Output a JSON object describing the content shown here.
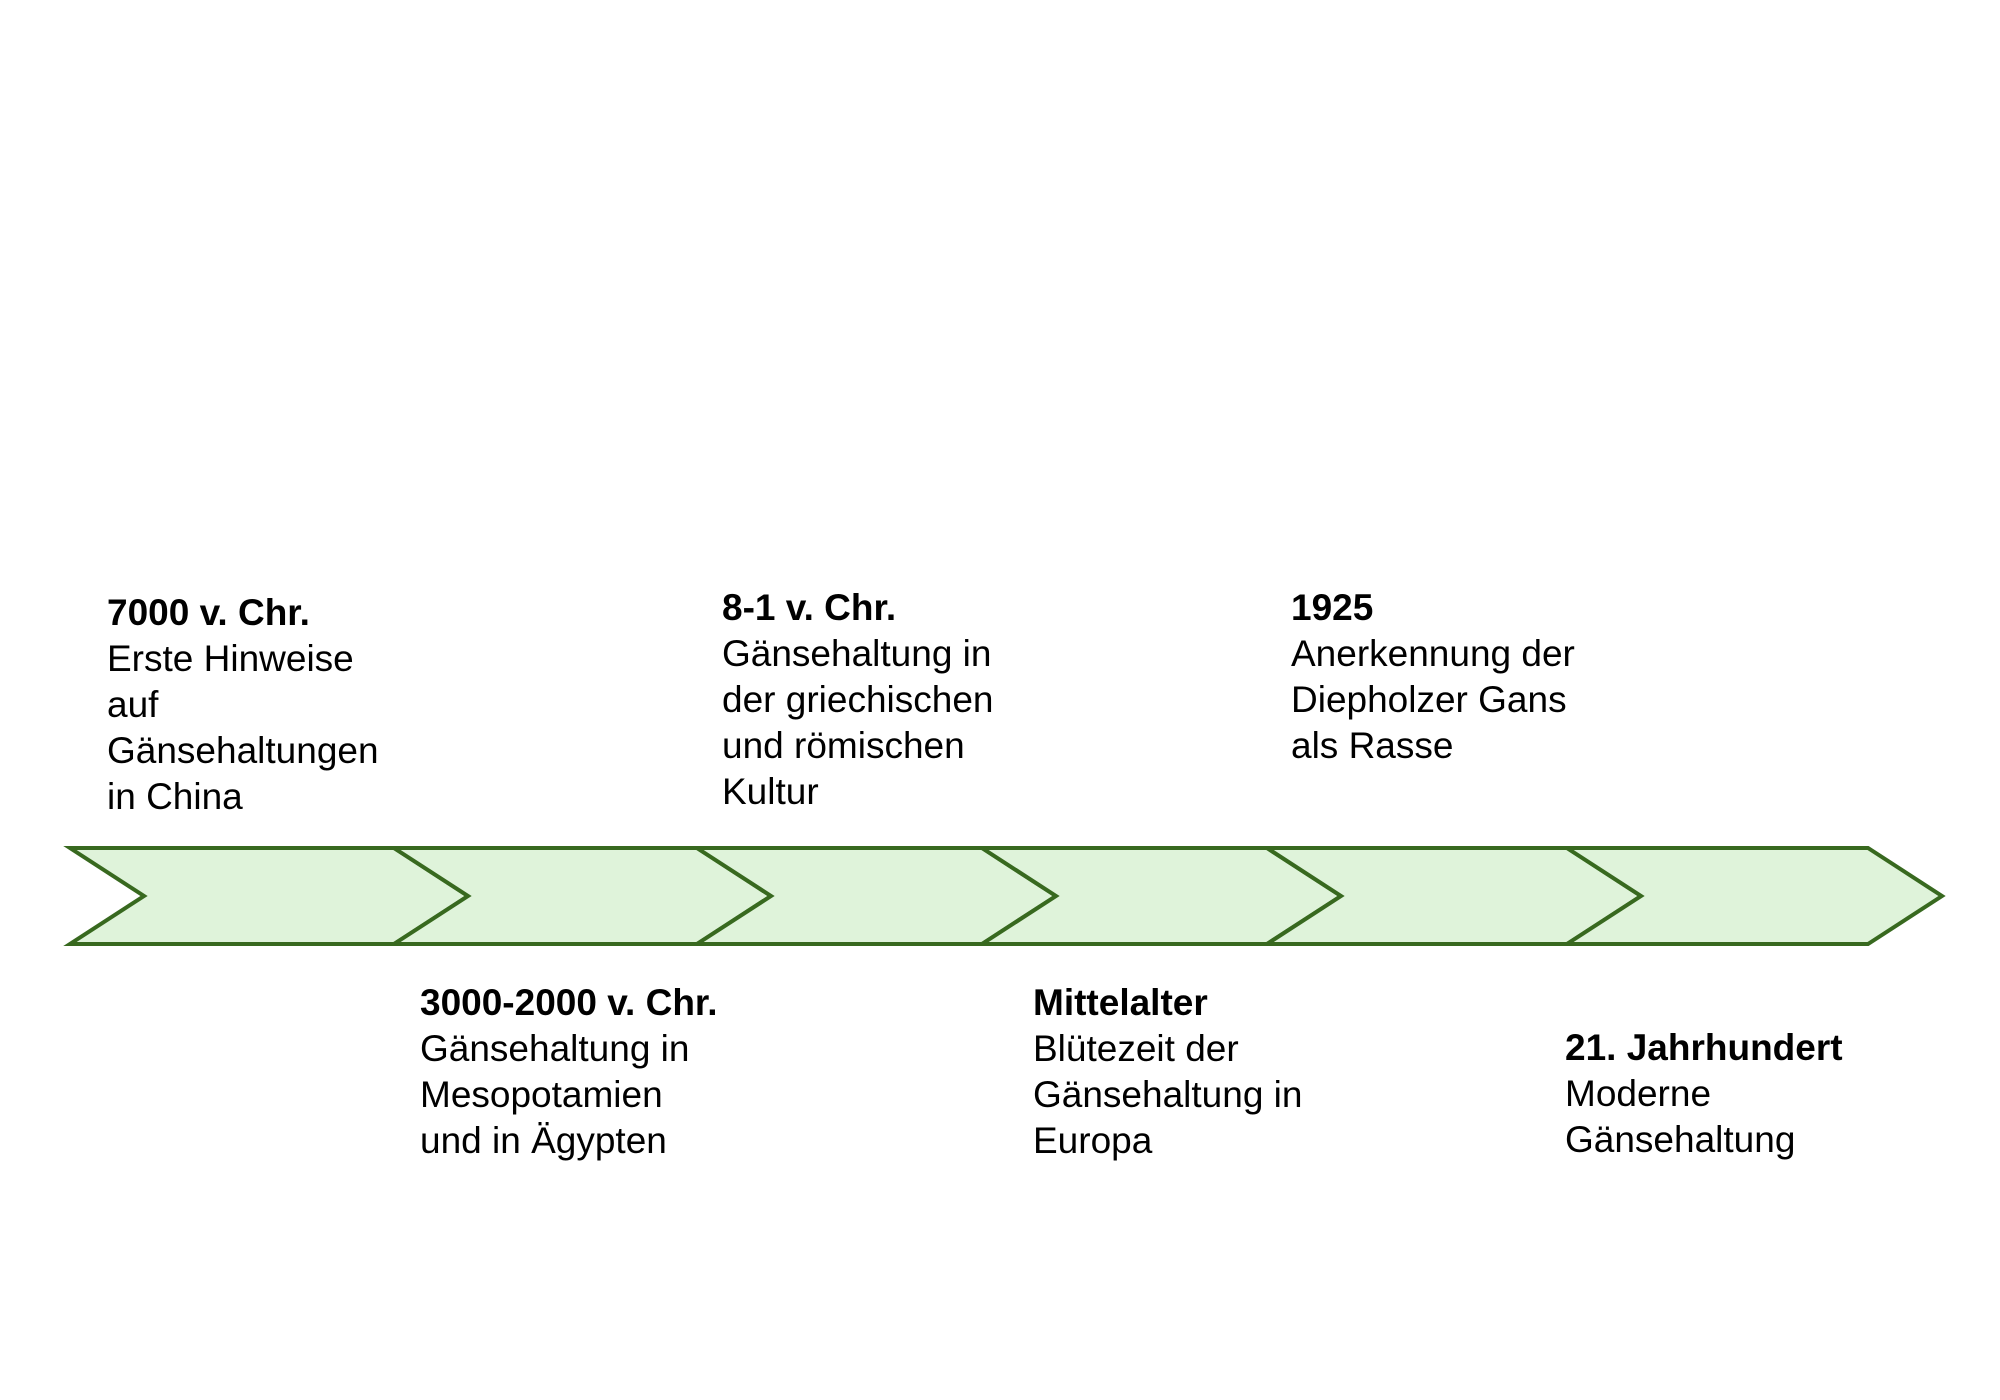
{
  "colors": {
    "chevron_fill": "#dff3da",
    "chevron_stroke": "#38691f"
  },
  "timeline": {
    "segment_count": 6,
    "events": [
      {
        "title": "7000 v. Chr.",
        "desc": "Erste Hinweise\nauf\nGänsehaltungen\nin China"
      },
      {
        "title": "3000-2000 v. Chr.",
        "desc": "Gänsehaltung in\nMesopotamien\nund in Ägypten"
      },
      {
        "title": "8-1 v. Chr.",
        "desc": "Gänsehaltung in\nder griechischen\nund römischen\nKultur"
      },
      {
        "title": "Mittelalter",
        "desc": "Blütezeit der\nGänsehaltung in\nEuropa"
      },
      {
        "title": "1925",
        "desc": "Anerkennung der\nDiepholzer Gans\nals Rasse"
      },
      {
        "title": "21. Jahrhundert",
        "desc": "Moderne\nGänsehaltung"
      }
    ]
  }
}
